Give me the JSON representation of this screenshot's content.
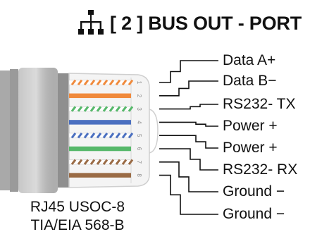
{
  "header": {
    "icon": "network-topology-icon",
    "title": "[ 2 ] BUS OUT - PORT"
  },
  "pins": [
    {
      "number": "1",
      "label": "Data A+",
      "wire": "white-orange",
      "stripe": "#f08a3c"
    },
    {
      "number": "2",
      "label": "Data B−",
      "wire": "orange",
      "stripe": "#f08a3c"
    },
    {
      "number": "3",
      "label": "RS232- TX",
      "wire": "white-green",
      "stripe": "#56b86a"
    },
    {
      "number": "4",
      "label": "Power +",
      "wire": "blue",
      "stripe": "#4a6fc0"
    },
    {
      "number": "5",
      "label": "Power +",
      "wire": "white-blue",
      "stripe": "#4a6fc0"
    },
    {
      "number": "6",
      "label": "RS232- RX",
      "wire": "green",
      "stripe": "#56b86a"
    },
    {
      "number": "7",
      "label": "Ground −",
      "wire": "white-brown",
      "stripe": "#9a6b45"
    },
    {
      "number": "8",
      "label": "Ground −",
      "wire": "brown",
      "stripe": "#9a6b45"
    }
  ],
  "connector": {
    "standard_line1": "RJ45 USOC-8",
    "standard_line2": "TIA/EIA 568-B"
  },
  "colors": {
    "cable_grey": "#9a9a9a",
    "boot_grey": "#c4c4c4",
    "plug_body": "#f4f4f4",
    "line": "#111111"
  }
}
